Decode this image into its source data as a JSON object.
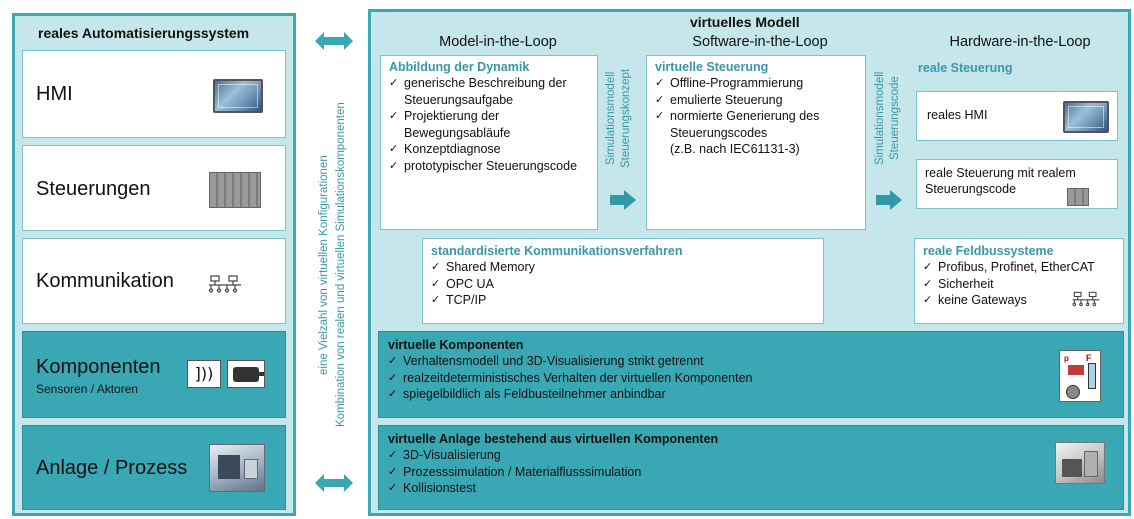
{
  "left_panel": {
    "title": "reales Automatisierungssystem",
    "items": [
      {
        "label": "HMI",
        "icon": "hmi-screen-icon"
      },
      {
        "label": "Steuerungen",
        "icon": "plc-icon"
      },
      {
        "label": "Kommunikation",
        "icon": "network-icon"
      },
      {
        "label": "Komponenten",
        "sublabel": "Sensoren / Aktoren",
        "icon": "sensor-actuator-icon"
      },
      {
        "label": "Anlage / Prozess",
        "icon": "machine-icon"
      }
    ]
  },
  "connector": {
    "line1": "eine Vielzahl von virtuellen Konfigurationen",
    "line2": "Kombination von realen und virtuellen Simulationskomponenten"
  },
  "right_panel": {
    "title": "virtuelles Modell",
    "columns": [
      "Model-in-the-Loop",
      "Software-in-the-Loop",
      "Hardware-in-the-Loop"
    ],
    "mil": {
      "title": "Abbildung der Dynamik",
      "items": [
        "generische Beschreibung der Steuerungsaufgabe",
        "Projektierung der Bewegungsabläufe",
        "Konzeptdiagnose",
        "prototypischer Steuerungscode"
      ]
    },
    "transition1": {
      "line1": "Simulationsmodell",
      "line2": "Steuerungskonzept"
    },
    "sil": {
      "title": "virtuelle Steuerung",
      "items": [
        "Offline-Programmierung",
        "emulierte Steuerung",
        "normierte Generierung des Steuerungscodes"
      ],
      "note": "(z.B. nach IEC61131-3)"
    },
    "transition2": {
      "line1": "Simulationsmodell",
      "line2": "Steuerungscode"
    },
    "hil": {
      "title": "reale Steuerung",
      "hmi_label": "reales HMI",
      "control_label": "reale Steuerung mit realem Steuerungscode"
    },
    "communication": {
      "title": "standardisierte Kommunikationsverfahren",
      "items": [
        "Shared Memory",
        "OPC UA",
        "TCP/IP"
      ]
    },
    "fieldbus": {
      "title": "reale Feldbussysteme",
      "items": [
        "Profibus, Profinet, EtherCAT",
        "Sicherheit",
        "keine Gateways"
      ]
    },
    "virtual_components": {
      "title": "virtuelle Komponenten",
      "items": [
        "Verhaltensmodell und 3D-Visualisierung strikt getrennt",
        "realzeitdeterministisches Verhalten der virtuellen Komponenten",
        "spiegelbildlich als Feldbusteilnehmer anbindbar"
      ]
    },
    "virtual_plant": {
      "title": "virtuelle Anlage bestehend aus virtuellen Komponenten",
      "items": [
        "3D-Visualisierung",
        "Prozesssimulation / Materialflusssimulation",
        "Kollisionstest"
      ]
    }
  },
  "colors": {
    "teal": "#3aa8b4",
    "teal_text": "#3a97a8",
    "light": "#c5e6ea"
  }
}
